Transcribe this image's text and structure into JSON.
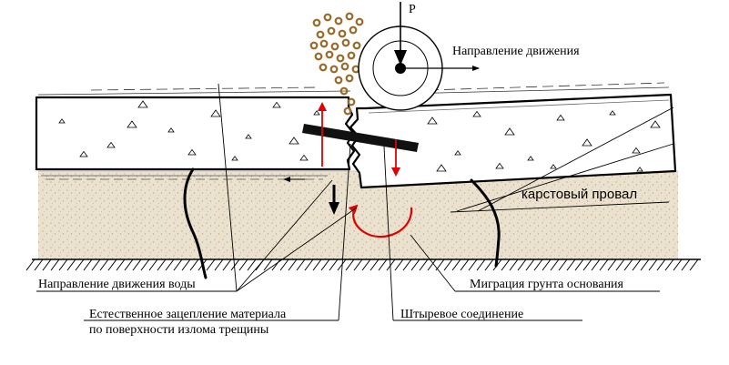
{
  "labels": {
    "load": "P",
    "movement_direction": "Направление движения",
    "karst_sinkhole": "карстовый провал",
    "water_flow_direction": "Направление движения воды",
    "soil_migration": "Миграция грунта основания",
    "aggregate_interlock_line1": "Естественное зацепление материала",
    "aggregate_interlock_line2": "по поверхности излома трещины",
    "dowel_joint": "Штыревое соединение"
  },
  "colors": {
    "ink": "#000000",
    "force_arrow": "#e00000",
    "sand_fill": "#ebe1cf",
    "sand_dot": "#c8b58f",
    "granules": "#9a6a2a",
    "dowel": "#111111"
  },
  "icons": [
    "wheel-icon",
    "load-arrow-icon",
    "rotation-arrow-icon"
  ]
}
